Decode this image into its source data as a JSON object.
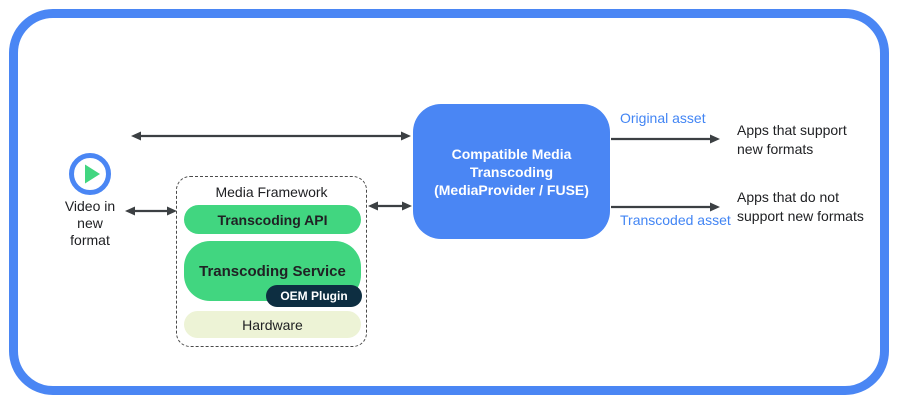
{
  "colors": {
    "blue": "#4a86f4",
    "green": "#41d680",
    "navy": "#0d2e41",
    "pale": "#edf3d6",
    "label_blue": "#4285f4",
    "arrow": "#3c4043",
    "text": "#202124",
    "dash": "#4a4a4a"
  },
  "source": {
    "icon": "play-icon",
    "label": "Video in\nnew\nformat"
  },
  "framework": {
    "title": "Media Framework",
    "api": "Transcoding API",
    "service": "Transcoding Service",
    "oem": "OEM Plugin",
    "hardware": "Hardware"
  },
  "transcoder": {
    "label": "Compatible Media\nTranscoding\n(MediaProvider / FUSE)"
  },
  "flows": {
    "original": {
      "label": "Original asset",
      "destination": "Apps that support\nnew formats"
    },
    "transcoded": {
      "label": "Transcoded asset",
      "destination": "Apps that do not\nsupport new formats"
    }
  }
}
